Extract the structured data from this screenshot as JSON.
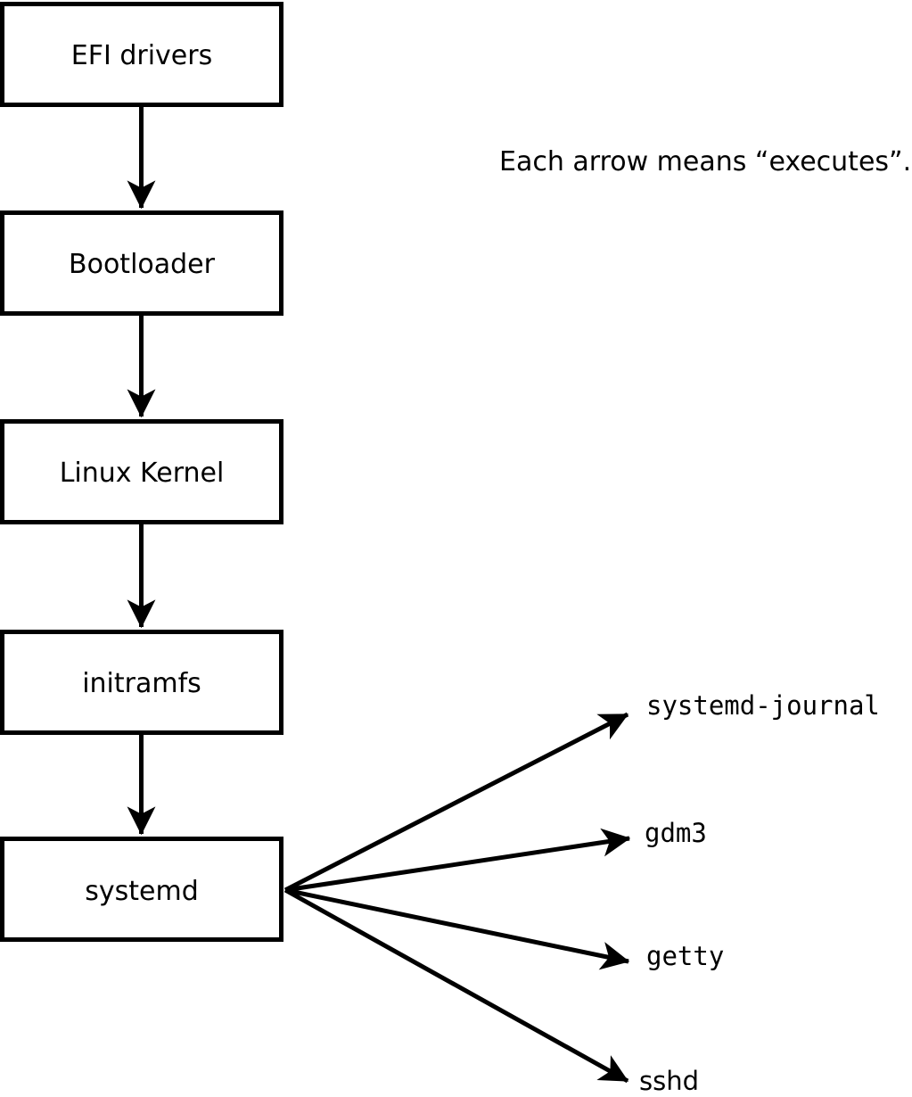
{
  "note": "Each arrow means “executes”.",
  "nodes": [
    {
      "label": "EFI drivers"
    },
    {
      "label": "Bootloader"
    },
    {
      "label": "Linux Kernel"
    },
    {
      "label": "initramfs"
    },
    {
      "label": "systemd"
    }
  ],
  "targets": [
    {
      "label": "systemd-journal"
    },
    {
      "label": "gdm3"
    },
    {
      "label": "getty"
    },
    {
      "label": "sshd"
    }
  ],
  "colors": {
    "stroke": "#000000",
    "node_fill": "#ffffff",
    "background": "#ffffff"
  }
}
